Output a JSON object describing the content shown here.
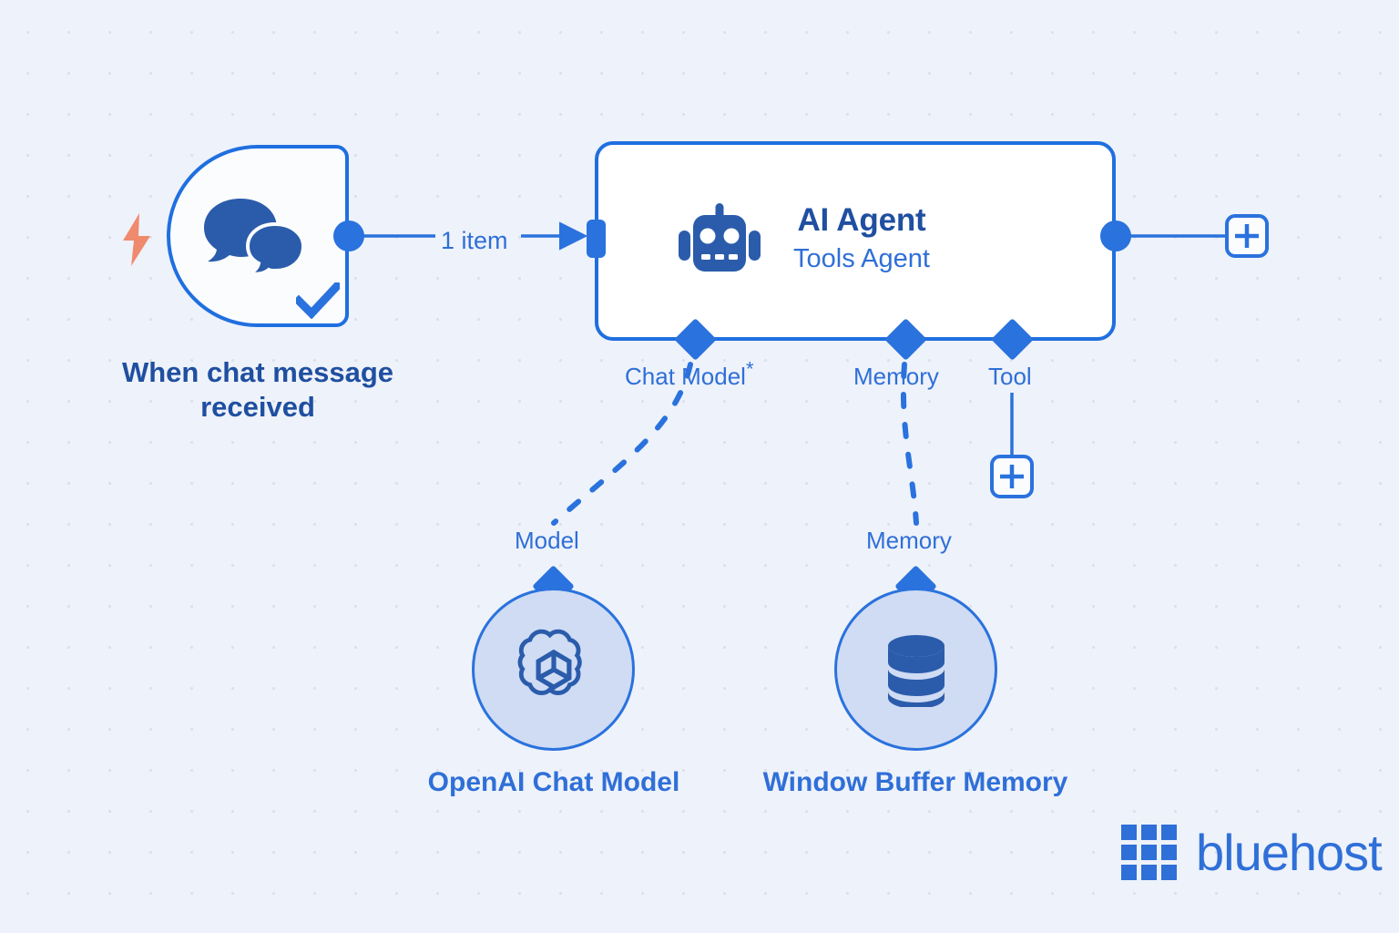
{
  "canvas": {
    "background_color": "#eef2fa",
    "dot_color": "#dbe1ed",
    "accent_color": "#2a72dd",
    "accent_dark_color": "#1f4fa0",
    "accent_light_fill": "#cfdcf4",
    "trigger_accent_color": "#f08a6e"
  },
  "trigger": {
    "caption": "When chat message received",
    "icon": "chat-bubbles-icon",
    "status_icon": "check-icon",
    "trigger_icon": "lightning-bolt-icon"
  },
  "agent": {
    "title": "AI Agent",
    "subtitle": "Tools Agent",
    "icon": "robot-icon",
    "ports": [
      {
        "label": "Chat Model",
        "required_marker": "*",
        "name": "chat-model"
      },
      {
        "label": "Memory",
        "required_marker": "",
        "name": "memory"
      },
      {
        "label": "Tool",
        "required_marker": "",
        "name": "tool"
      }
    ]
  },
  "connections": {
    "trigger_to_agent_label": "1 item",
    "chat_model_sub_label": "Model",
    "memory_sub_label": "Memory"
  },
  "sub_nodes": [
    {
      "caption": "OpenAI Chat Model",
      "port_label": "Model",
      "icon": "openai-logo-icon"
    },
    {
      "caption": "Window Buffer Memory",
      "port_label": "Memory",
      "icon": "database-icon"
    }
  ],
  "buttons": {
    "add_after_agent": "+",
    "add_tool": "+"
  },
  "brand": {
    "name": "bluehost",
    "mark": "grid-3x3-icon"
  }
}
